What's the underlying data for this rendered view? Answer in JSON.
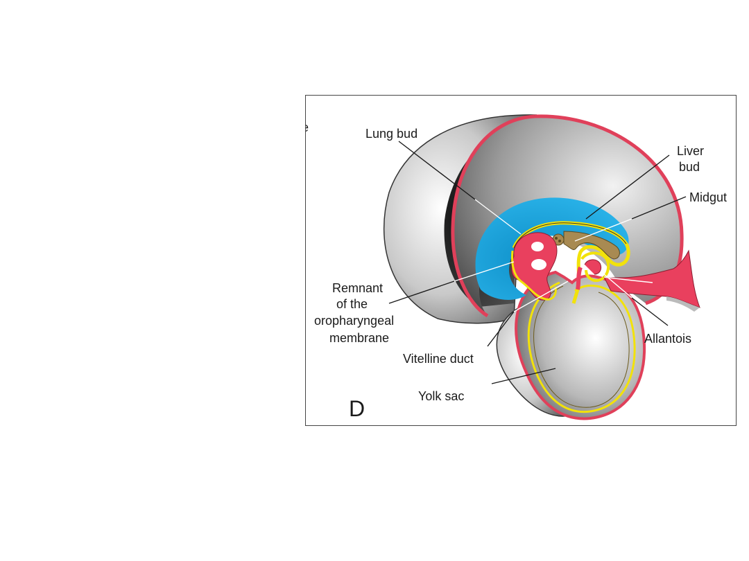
{
  "figure": {
    "panel_letter": "D",
    "edge_fragment": "e",
    "labels": {
      "lung_bud": "Lung bud",
      "liver_bud_1": "Liver",
      "liver_bud_2": "bud",
      "midgut": "Midgut",
      "remnant_1": "Remnant",
      "remnant_2": "of the",
      "remnant_3": "oropharyngeal",
      "remnant_4": "membrane",
      "vitelline_duct": "Vitelline duct",
      "allantois": "Allantois",
      "yolk_sac": "Yolk sac"
    },
    "colors": {
      "amnion_red": "#e0405a",
      "cavity_blue": "#1aa6de",
      "endoderm_yellow": "#f2e20a",
      "tissue_tan": "#a88a52",
      "embryo_pink": "#e9405e",
      "body_gray": "#9a9a9a"
    }
  }
}
